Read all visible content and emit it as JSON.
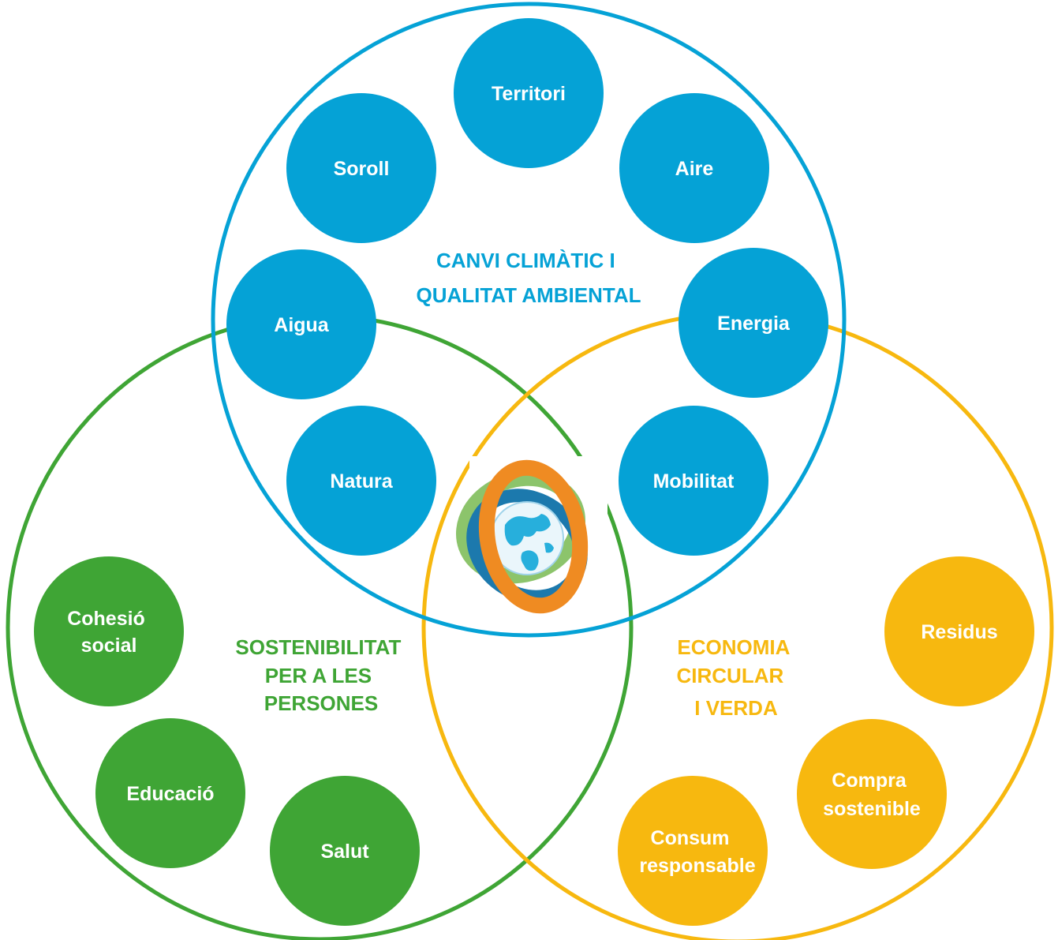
{
  "colors": {
    "blue": "#05a2d6",
    "green": "#3fa535",
    "yellow": "#f7b80f",
    "logo_green": "#8cc46b",
    "logo_blue": "#1c79ad",
    "logo_orange": "#ef8b22"
  },
  "groups": {
    "climate": {
      "title_lines": [
        "CANVI CLIMÀTIC I",
        "QUALITAT AMBIENTAL"
      ],
      "nodes": [
        {
          "label": [
            "Territori"
          ]
        },
        {
          "label": [
            "Aire"
          ]
        },
        {
          "label": [
            "Soroll"
          ]
        },
        {
          "label": [
            "Aigua"
          ]
        },
        {
          "label": [
            "Energia"
          ]
        },
        {
          "label": [
            "Natura"
          ]
        },
        {
          "label": [
            "Mobilitat"
          ]
        }
      ]
    },
    "people": {
      "title_lines": [
        "SOSTENIBILITAT",
        "PER A LES",
        "PERSONES"
      ],
      "nodes": [
        {
          "label": [
            "Cohesió",
            "social"
          ]
        },
        {
          "label": [
            "Educació"
          ]
        },
        {
          "label": [
            "Salut"
          ]
        }
      ]
    },
    "economy": {
      "title_lines": [
        "ECONOMIA",
        "CIRCULAR",
        "I VERDA"
      ],
      "nodes": [
        {
          "label": [
            "Residus"
          ]
        },
        {
          "label": [
            "Compra",
            "sostenible"
          ]
        },
        {
          "label": [
            "Consum",
            "responsable"
          ]
        }
      ]
    }
  },
  "logo": {
    "icon": "globe-rings-icon"
  }
}
